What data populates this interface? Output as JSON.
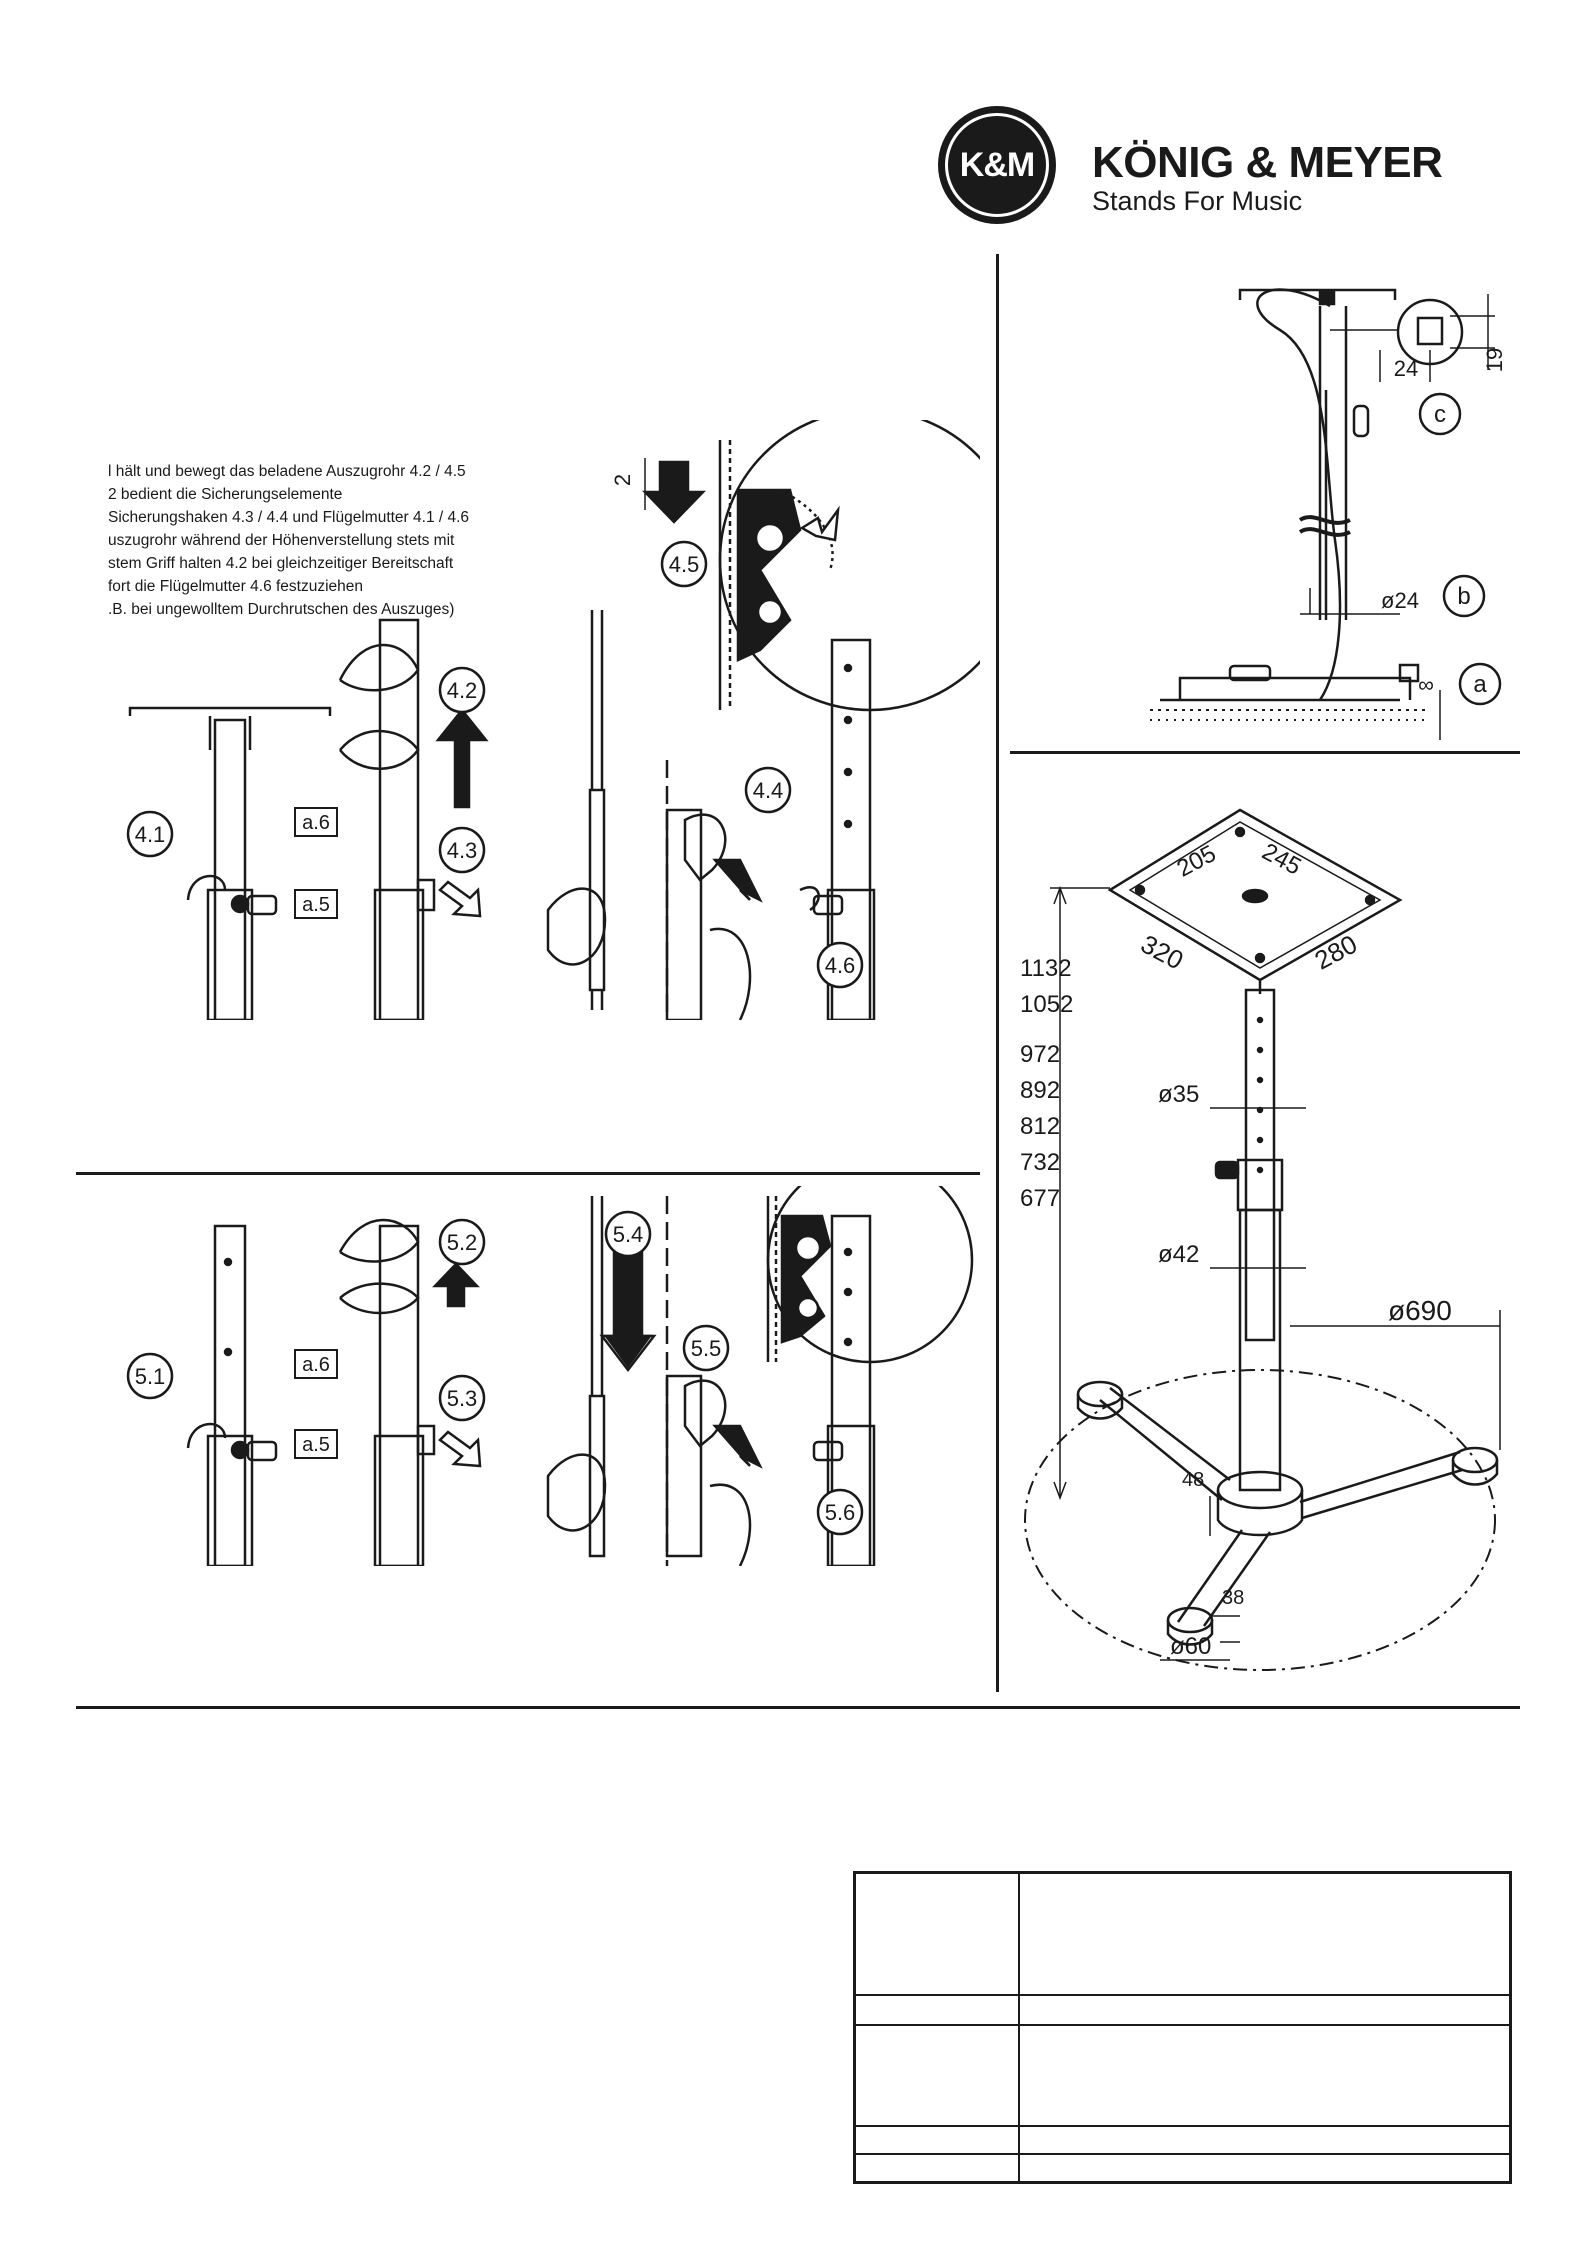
{
  "brand": {
    "logo_abbr": "K&M",
    "name": "KÖNIG & MEYER",
    "slogan": "Stands For Music"
  },
  "instructions": {
    "lines": [
      "l hält und bewegt das beladene Auszugrohr 4.2 / 4.5",
      "2 bedient die Sicherungselemente",
      "Sicherungshaken 4.3 / 4.4 und Flügelmutter 4.1 / 4.6",
      "uszugrohr während der Höhenverstellung stets mit",
      "stem Griff halten 4.2 bei gleichzeitiger Bereitschaft",
      "fort die Flügelmutter 4.6 festzuziehen",
      ".B. bei ungewolltem Durchrutschen des Auszuges)"
    ]
  },
  "step4": {
    "labels": [
      "4.1",
      "4.2",
      "4.3",
      "4.4",
      "4.5",
      "4.6"
    ],
    "parts": [
      "a.6",
      "a.5"
    ],
    "gap": "2"
  },
  "step5": {
    "labels": [
      "5.1",
      "5.2",
      "5.3",
      "5.4",
      "5.5",
      "5.6"
    ],
    "parts": [
      "a.6",
      "a.5"
    ]
  },
  "detail": {
    "dims": [
      "24",
      "19",
      "ø24",
      "∞"
    ],
    "callouts": [
      "a",
      "b",
      "c"
    ]
  },
  "stand": {
    "heights": [
      "1132",
      "1052",
      "972",
      "892",
      "812",
      "732",
      "677"
    ],
    "plate": [
      "205",
      "245",
      "320",
      "280"
    ],
    "tube_upper": "ø35",
    "tube_lower": "ø42",
    "base_diameter": "ø690",
    "hub_height": "48",
    "foot_height": "38",
    "foot_diameter": "ø60"
  },
  "spec_table": {
    "rows": [
      [
        "",
        ""
      ],
      [
        "",
        ""
      ],
      [
        "",
        ""
      ],
      [
        "",
        ""
      ],
      [
        "",
        ""
      ]
    ]
  }
}
